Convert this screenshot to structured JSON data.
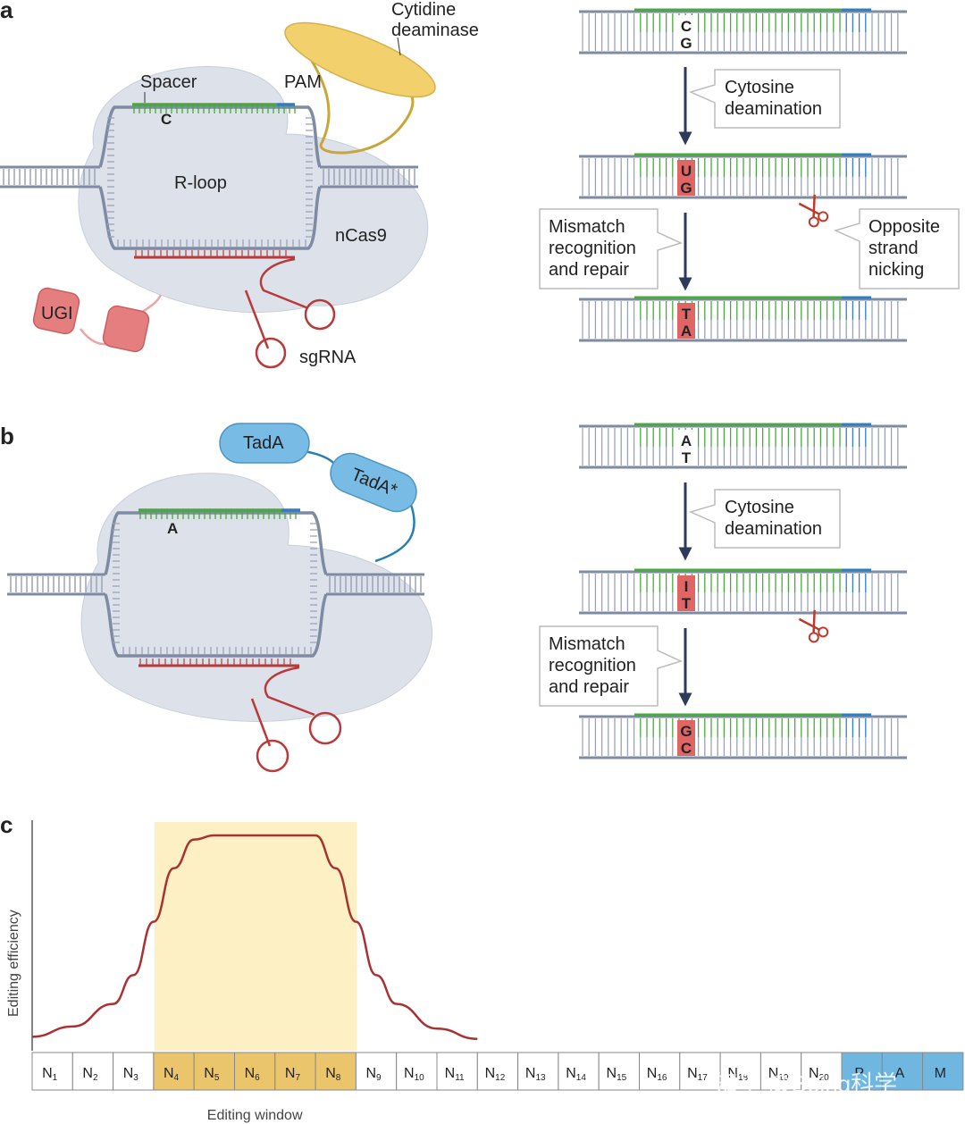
{
  "panels": {
    "a": {
      "label": "a",
      "labels": {
        "cytidine_deaminase": [
          "Cytidine",
          "deaminase"
        ],
        "spacer": "Spacer",
        "pam": "PAM",
        "target_base": "C",
        "rloop": "R-loop",
        "ncas9": "nCas9",
        "ugi": "UGI",
        "sgrna": "sgRNA"
      },
      "steps": [
        {
          "top": "C",
          "bottom": "G",
          "highlight": false
        },
        {
          "top": "U",
          "bottom": "G",
          "highlight": true
        },
        {
          "top": "T",
          "bottom": "A",
          "highlight": true
        }
      ],
      "callouts": {
        "deamination": [
          "Cytosine",
          "deamination"
        ],
        "repair": [
          "Mismatch",
          "recognition",
          "and repair"
        ],
        "nicking": [
          "Opposite",
          "strand",
          "nicking"
        ]
      }
    },
    "b": {
      "label": "b",
      "labels": {
        "tada": "TadA",
        "tada_star": "TadA*",
        "target_base": "A"
      },
      "steps": [
        {
          "top": "A",
          "bottom": "T",
          "highlight": false
        },
        {
          "top": "I",
          "bottom": "T",
          "highlight": true
        },
        {
          "top": "G",
          "bottom": "C",
          "highlight": true
        }
      ],
      "callouts": {
        "deamination": [
          "Cytosine",
          "deamination"
        ],
        "repair": [
          "Mismatch",
          "recognition",
          "and repair"
        ]
      }
    },
    "c": {
      "label": "c",
      "ylabel": "Editing efficiency",
      "window_label": "Editing window",
      "watermark": "知乎 @Being科学"
    }
  },
  "chart_data": {
    "type": "line",
    "ylabel": "Editing efficiency",
    "categories": [
      "N1",
      "N2",
      "N3",
      "N4",
      "N5",
      "N6",
      "N7",
      "N8",
      "N9",
      "N10",
      "N11",
      "N12",
      "N13",
      "N14",
      "N15",
      "N16",
      "N17",
      "N18",
      "N19",
      "N20",
      "P",
      "A",
      "M"
    ],
    "category_display": [
      {
        "b": "N",
        "s": "1"
      },
      {
        "b": "N",
        "s": "2"
      },
      {
        "b": "N",
        "s": "3"
      },
      {
        "b": "N",
        "s": "4"
      },
      {
        "b": "N",
        "s": "5"
      },
      {
        "b": "N",
        "s": "6"
      },
      {
        "b": "N",
        "s": "7"
      },
      {
        "b": "N",
        "s": "8"
      },
      {
        "b": "N",
        "s": "9"
      },
      {
        "b": "N",
        "s": "10"
      },
      {
        "b": "N",
        "s": "11"
      },
      {
        "b": "N",
        "s": "12"
      },
      {
        "b": "N",
        "s": "13"
      },
      {
        "b": "N",
        "s": "14"
      },
      {
        "b": "N",
        "s": "15"
      },
      {
        "b": "N",
        "s": "16"
      },
      {
        "b": "N",
        "s": "17"
      },
      {
        "b": "N",
        "s": "18"
      },
      {
        "b": "N",
        "s": "19"
      },
      {
        "b": "N",
        "s": "20"
      },
      {
        "b": "P",
        "s": ""
      },
      {
        "b": "A",
        "s": ""
      },
      {
        "b": "M",
        "s": ""
      }
    ],
    "editing_window": [
      "N4",
      "N8"
    ],
    "pam": [
      "P",
      "A",
      "M"
    ],
    "curve": {
      "x": [
        0.0,
        1.0,
        2.0,
        2.5,
        3.0,
        3.5,
        4.0,
        4.5,
        5.0,
        6.0,
        7.0,
        7.5,
        8.0,
        8.5,
        9.0,
        10.0,
        11.0
      ],
      "y": [
        0.02,
        0.07,
        0.18,
        0.32,
        0.58,
        0.84,
        0.98,
        1.0,
        1.0,
        1.0,
        1.0,
        0.84,
        0.58,
        0.32,
        0.18,
        0.06,
        0.01
      ]
    },
    "ylim": [
      0,
      1
    ],
    "colors": {
      "curve": "#a83232",
      "window": "#fdf0c4",
      "window_cells": "#ebc56b",
      "pam_cells": "#6fb6e0"
    }
  },
  "colors": {
    "protein": "#dde2ea",
    "backbone": "#7f8aa3",
    "spacer": "#49a83e",
    "pam": "#2f7fc0",
    "rna": "#b83a3a",
    "highlight": "#e06666",
    "deaminase": "#f2d06b",
    "tada": "#78bce6",
    "ugi": "#e57f7f",
    "arrow": "#2d3a5a"
  }
}
